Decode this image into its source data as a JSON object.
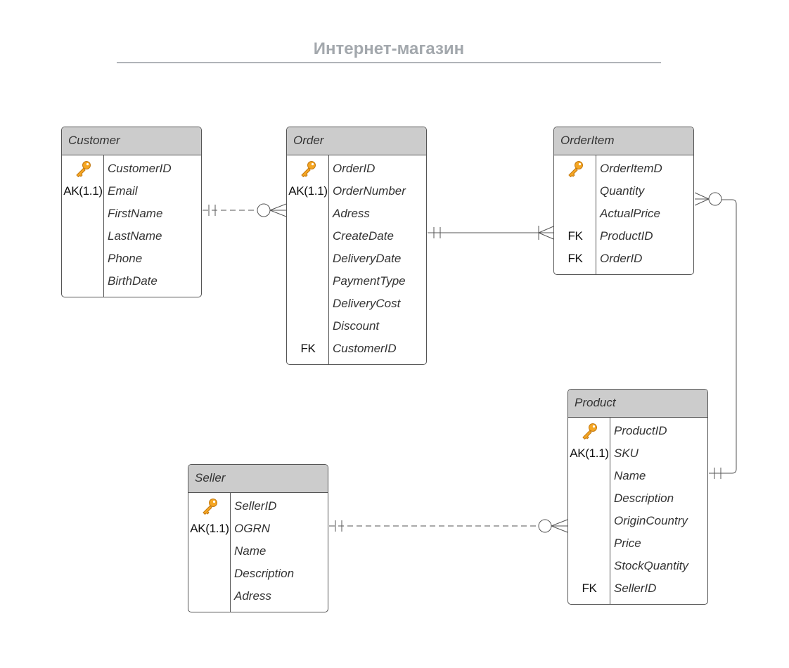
{
  "diagram": {
    "title": "Интернет-магазин"
  },
  "entities": {
    "customer": {
      "name": "Customer",
      "fields": [
        {
          "key": "pk",
          "name": "CustomerID"
        },
        {
          "key": "AK(1.1)",
          "name": "Email"
        },
        {
          "key": "",
          "name": "FirstName"
        },
        {
          "key": "",
          "name": "LastName"
        },
        {
          "key": "",
          "name": "Phone"
        },
        {
          "key": "",
          "name": "BirthDate"
        }
      ]
    },
    "order": {
      "name": "Order",
      "fields": [
        {
          "key": "pk",
          "name": "OrderID"
        },
        {
          "key": "AK(1.1)",
          "name": "OrderNumber"
        },
        {
          "key": "",
          "name": "Adress"
        },
        {
          "key": "",
          "name": "CreateDate"
        },
        {
          "key": "",
          "name": "DeliveryDate"
        },
        {
          "key": "",
          "name": "PaymentType"
        },
        {
          "key": "",
          "name": "DeliveryCost"
        },
        {
          "key": "",
          "name": "Discount"
        },
        {
          "key": "FK",
          "name": "CustomerID"
        }
      ]
    },
    "orderitem": {
      "name": "OrderItem",
      "fields": [
        {
          "key": "pk",
          "name": "OrderItemD"
        },
        {
          "key": "",
          "name": "Quantity"
        },
        {
          "key": "",
          "name": "ActualPrice"
        },
        {
          "key": "FK",
          "name": "ProductID"
        },
        {
          "key": "FK",
          "name": "OrderID"
        }
      ]
    },
    "product": {
      "name": "Product",
      "fields": [
        {
          "key": "pk",
          "name": "ProductID"
        },
        {
          "key": "AK(1.1)",
          "name": "SKU"
        },
        {
          "key": "",
          "name": "Name"
        },
        {
          "key": "",
          "name": "Description"
        },
        {
          "key": "",
          "name": "OriginCountry"
        },
        {
          "key": "",
          "name": "Price"
        },
        {
          "key": "",
          "name": "StockQuantity"
        },
        {
          "key": "FK",
          "name": "SellerID"
        }
      ]
    },
    "seller": {
      "name": "Seller",
      "fields": [
        {
          "key": "pk",
          "name": "SellerID"
        },
        {
          "key": "AK(1.1)",
          "name": "OGRN"
        },
        {
          "key": "",
          "name": "Name"
        },
        {
          "key": "",
          "name": "Description"
        },
        {
          "key": "",
          "name": "Adress"
        }
      ]
    }
  },
  "relationships": [
    {
      "from": "Customer",
      "to": "Order",
      "from_card": "one-and-only-one",
      "to_card": "zero-or-many",
      "style": "dashed"
    },
    {
      "from": "Order",
      "to": "OrderItem",
      "from_card": "one-and-only-one",
      "to_card": "one-or-many",
      "style": "solid"
    },
    {
      "from": "Product",
      "to": "OrderItem",
      "from_card": "one-and-only-one",
      "to_card": "zero-or-many",
      "style": "solid"
    },
    {
      "from": "Seller",
      "to": "Product",
      "from_card": "one-and-only-one",
      "to_card": "zero-or-many",
      "style": "dashed"
    }
  ],
  "colors": {
    "header_fill": "#cccccc",
    "border": "#555555",
    "title": "#a3a8ad",
    "key_icon": "#f5a623"
  }
}
